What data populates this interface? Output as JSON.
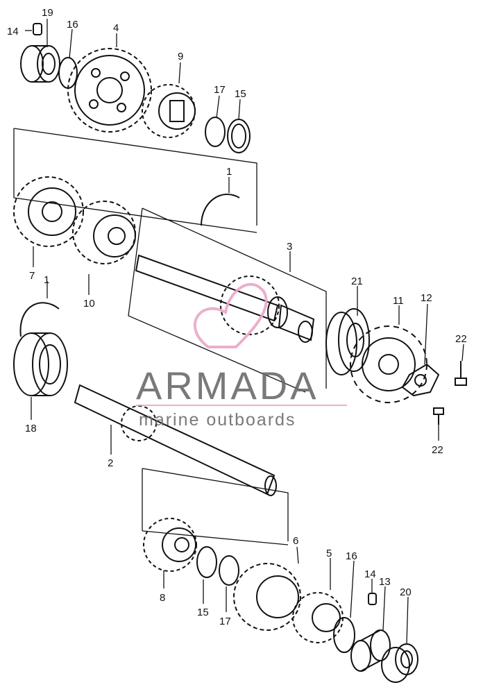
{
  "watermark": {
    "brand": "ARMADA",
    "tagline": "marine outboards",
    "brand_color": "#6b6b6b",
    "accent_color": "#e9a6c8"
  },
  "labels": {
    "l19": "19",
    "l14a": "14",
    "l16a": "16",
    "l4": "4",
    "l9": "9",
    "l17a": "17",
    "l15a": "15",
    "l1a": "1",
    "l7": "7",
    "l10": "10",
    "l3": "3",
    "l1b": "1",
    "l21": "21",
    "l11": "11",
    "l12": "12",
    "l22a": "22",
    "l18": "18",
    "l2": "2",
    "l22b": "22",
    "l6": "6",
    "l8": "8",
    "l5": "5",
    "l16b": "16",
    "l14b": "14",
    "l13": "13",
    "l20": "20",
    "l15b": "15",
    "l17b": "17"
  }
}
